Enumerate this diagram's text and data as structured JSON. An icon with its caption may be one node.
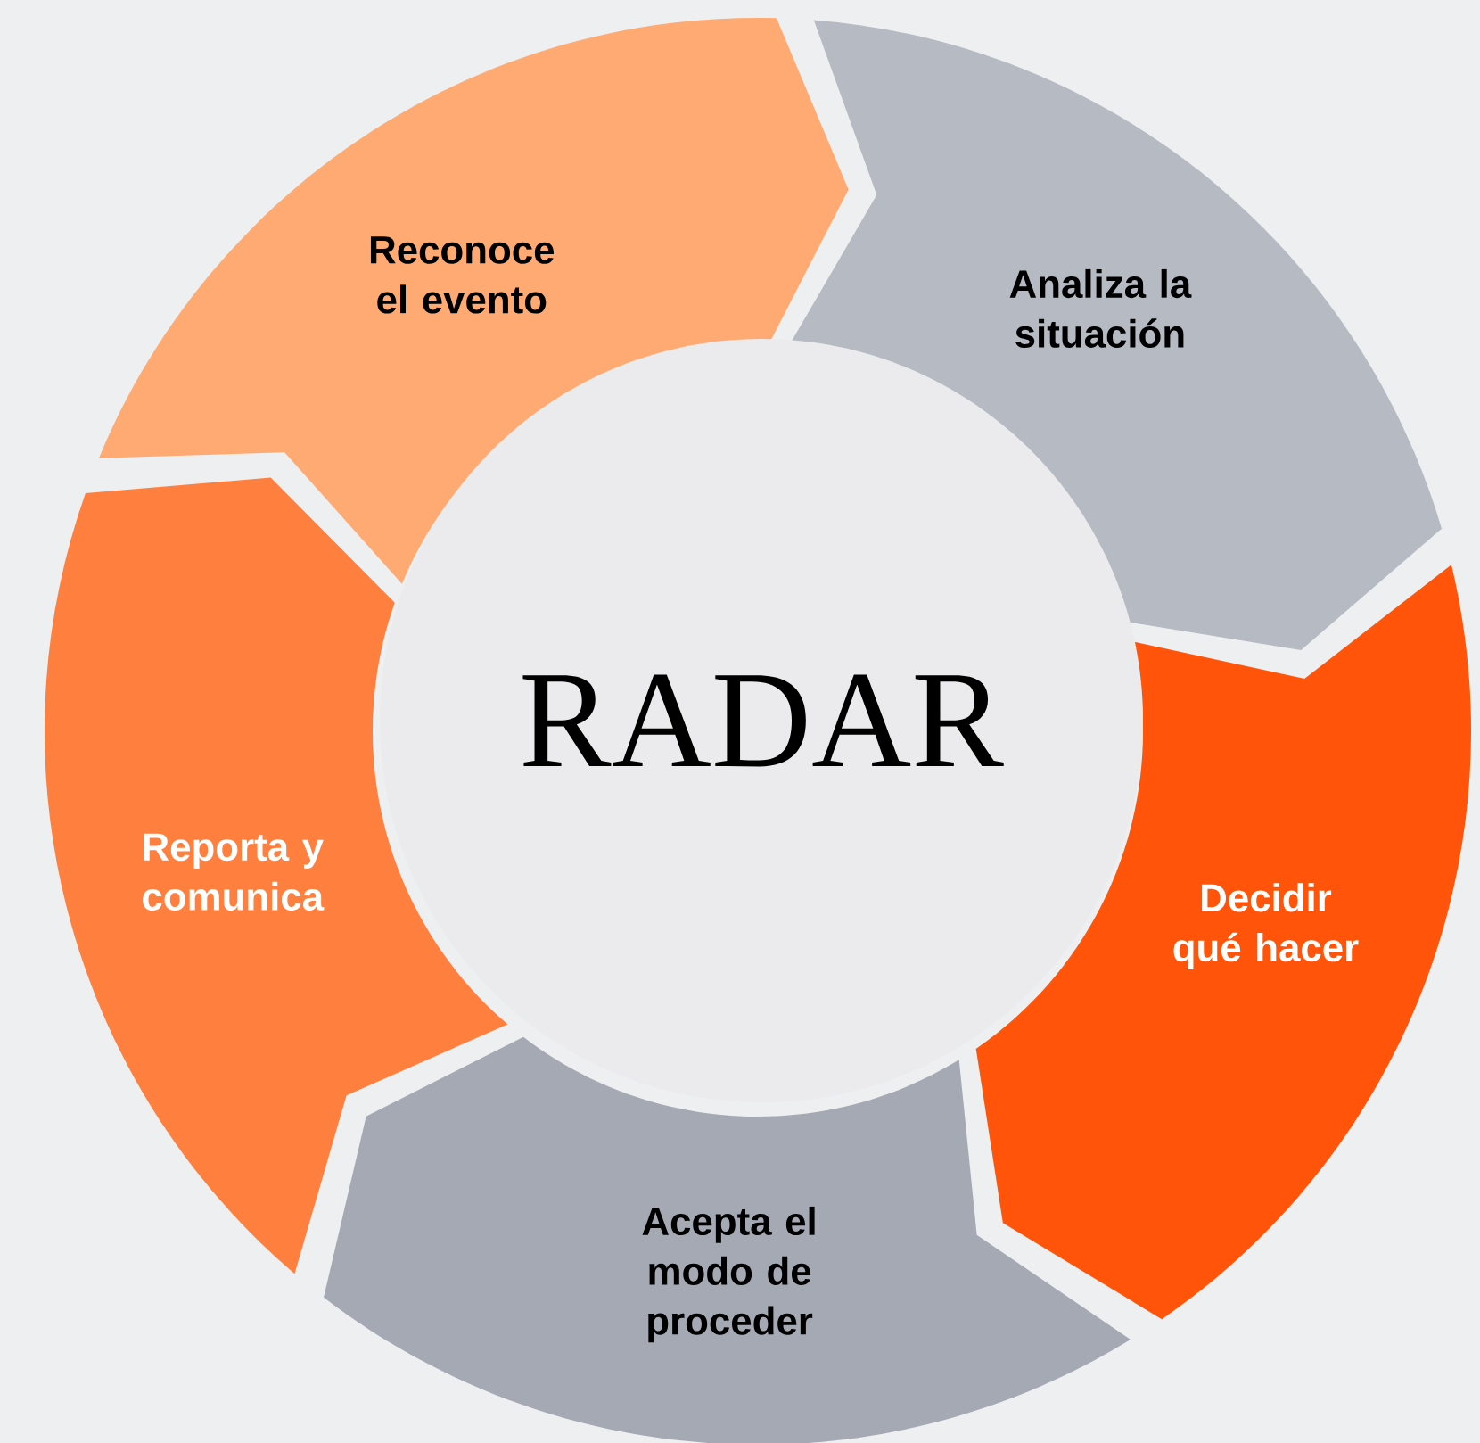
{
  "diagram": {
    "nodes": [
      {
        "text": [
          "Reconoce el evento"
        ]
      },
      {
        "text": [
          "Analiza la situación"
        ]
      },
      {
        "text": [
          "Decidir qué hacer"
        ]
      },
      {
        "text": [
          "Acepta el modo de proceder"
        ]
      },
      {
        "text": [
          "Reporta y comunica"
        ]
      },
      {
        "text": [
          "RADAR"
        ]
      }
    ]
  }
}
